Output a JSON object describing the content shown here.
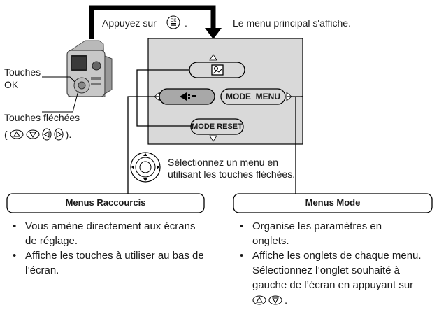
{
  "top": {
    "press_text": "Appuyez sur",
    "press_period": ".",
    "main_menu_text": "Le menu principal s'affiche.",
    "ok_icon": "ok-menu-button-icon"
  },
  "camera": {
    "ok_label_line1": "Touches",
    "ok_label_line2": "OK",
    "arrows_label": "Touches fléchées",
    "arrows_symbols_prefix": "(",
    "arrows_symbols_suffix": ")."
  },
  "menu_screen": {
    "bg_color": "#d9d9d9",
    "top_item_icon": "scene-mode-icon",
    "left_item_icon": "image-quality-icon",
    "right_item_label": "MODE  MENU",
    "bottom_item_label": "MODE RESET"
  },
  "dial": {
    "instruction_line1": "Sélectionnez un menu en",
    "instruction_line2": "utilisant les touches fléchées."
  },
  "shortcut": {
    "title": "Menus Raccourcis",
    "bullets": [
      "Vous amène directement aux écrans de réglage.",
      "Affiche les touches à utiliser au bas de l’écran."
    ]
  },
  "mode": {
    "title": "Menus Mode",
    "bullets": [
      "Organise les paramètres en onglets.",
      "Affiche les onglets de chaque menu. Sélectionnez l’onglet souhaité à gauche de l’écran en appuyant sur"
    ]
  }
}
